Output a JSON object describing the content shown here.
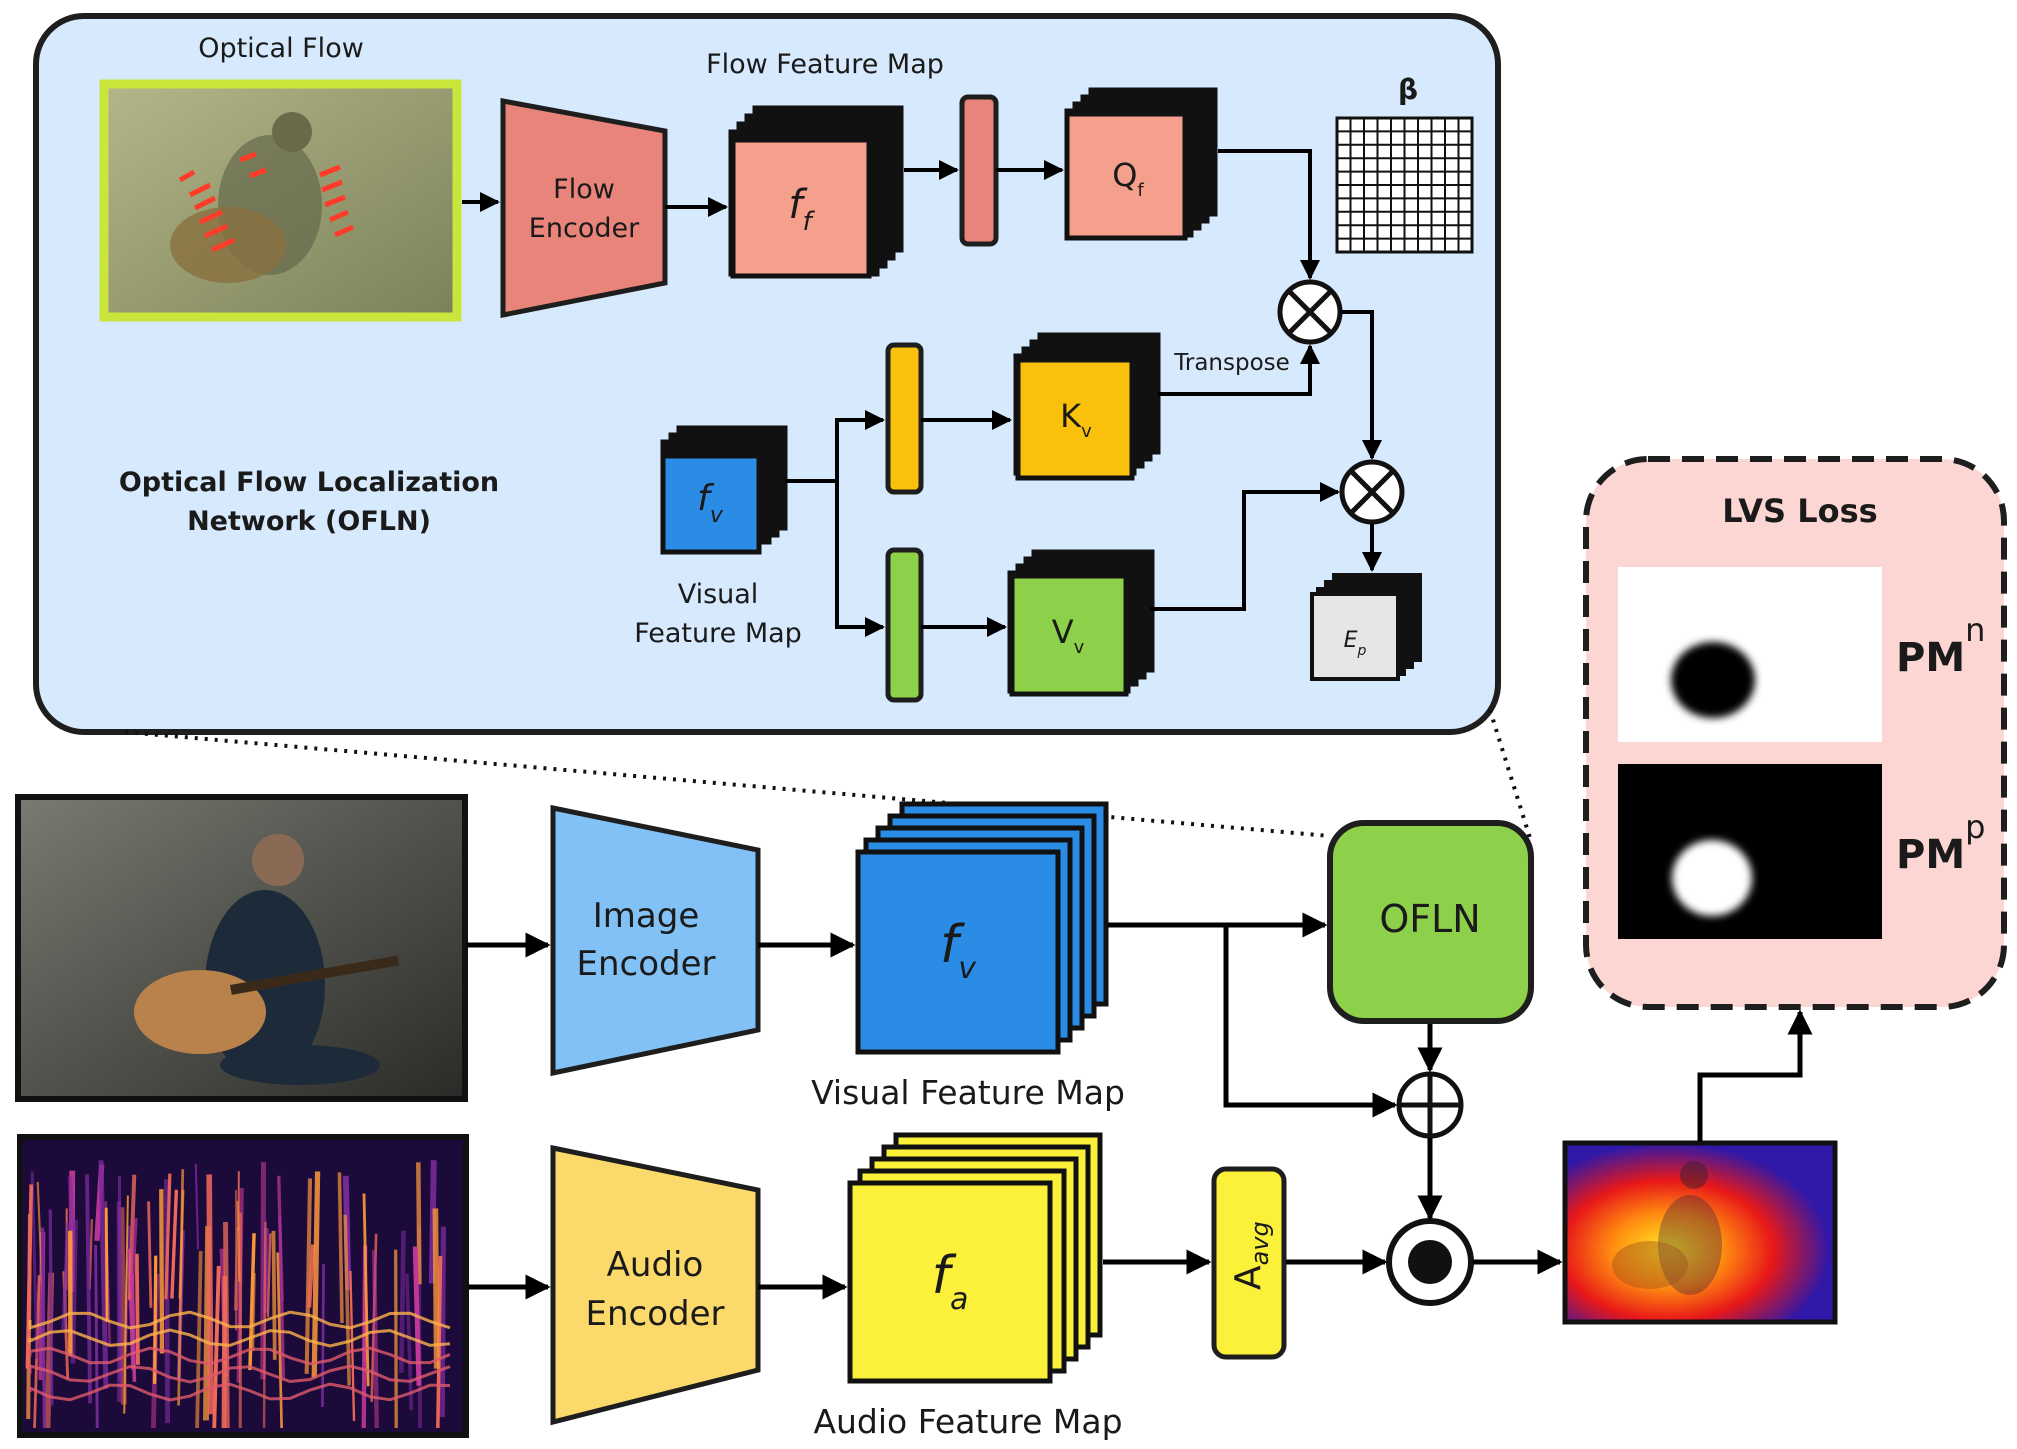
{
  "oflnPanel": {
    "opticalFlowLabel": "Optical Flow",
    "flowFeatureMapLabel": "Flow Feature Map",
    "flowEncoderLine1": "Flow",
    "flowEncoderLine2": "Encoder",
    "ffBase": "f",
    "ffSub": "f",
    "qfBase": "Q",
    "qfSub": "f",
    "betaLabel": "β",
    "transposeLabel": "Transpose",
    "kvBase": "K",
    "kvSub": "v",
    "vvBase": "V",
    "vvSub": "v",
    "fvBase": "f",
    "fvSub": "v",
    "visualFeatureMapLine1": "Visual",
    "visualFeatureMapLine2": "Feature Map",
    "epBase": "E",
    "epSub": "p",
    "networkTitleLine1": "Optical Flow Localization",
    "networkTitleLine2": "Network (OFLN)"
  },
  "mainPipeline": {
    "imageEncoderLine1": "Image",
    "imageEncoderLine2": "Encoder",
    "fvBase": "f",
    "fvSub": "v",
    "visualFeatureMapLabel": "Visual Feature Map",
    "oflnLabel": "OFLN",
    "audioEncoderLine1": "Audio",
    "audioEncoderLine2": "Encoder",
    "faBase": "f",
    "faSub": "a",
    "audioFeatureMapLabel": "Audio Feature Map",
    "aavgBase": "A",
    "aavgSub": "avg"
  },
  "lvsLoss": {
    "title": "LVS Loss",
    "pmNegBase": "PM",
    "pmNegSup": "n",
    "pmPosBase": "PM",
    "pmPosSup": "p"
  },
  "colors": {
    "panelBlue": "#d6e9fd",
    "salmon": "#f4a08c",
    "flowEncoder": "#e8847a",
    "orange": "#f9c10c",
    "green": "#8dd14a",
    "blue": "#2b8ce6",
    "lightBlue": "#82c1f5",
    "gold": "#fbd96a",
    "yellow": "#fbf03a",
    "lossPink": "#fbd6d2",
    "gray": "#e6e6e6",
    "frameLime": "#c8e63b"
  }
}
